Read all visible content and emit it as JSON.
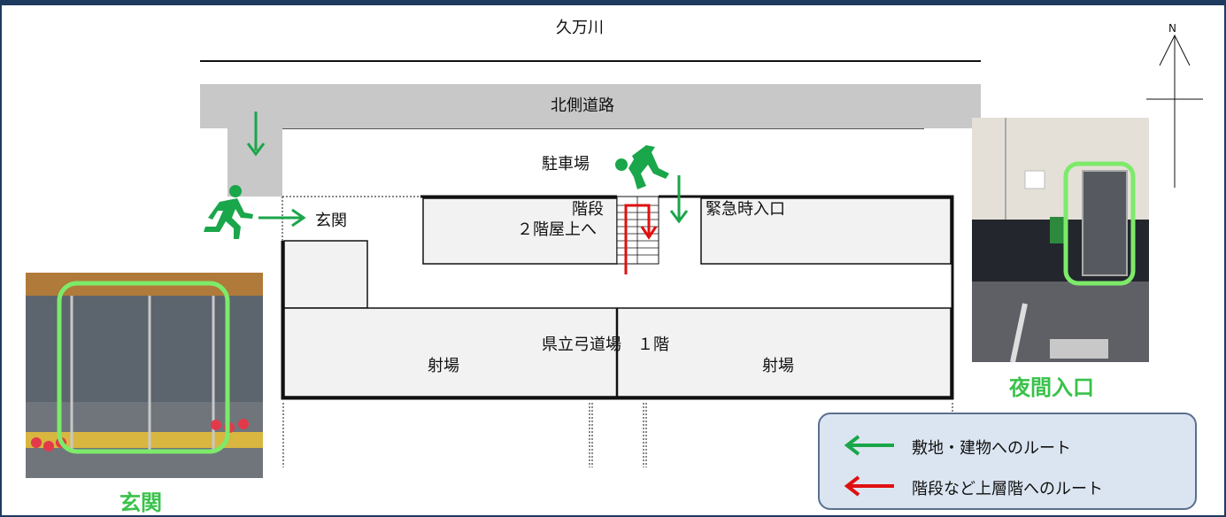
{
  "labels": {
    "river": "久万川",
    "north_road": "北側道路",
    "parking": "駐車場",
    "entrance": "玄関",
    "stairs": "階段",
    "stairs_to_roof": "２階屋上へ",
    "emergency_entrance": "緊急時入口",
    "building_name": "県立弓道場　１階",
    "range_left": "射場",
    "range_right": "射場",
    "compass_north": "N"
  },
  "photos": {
    "entrance_caption": "玄関",
    "night_caption": "夜間入口"
  },
  "legend": {
    "items": [
      {
        "label": "敷地・建物へのルート",
        "color": "#1aa64a"
      },
      {
        "label": "階段など上層階へのルート",
        "color": "#e01010"
      }
    ]
  },
  "colors": {
    "route_green": "#1aa64a",
    "route_red": "#e01010",
    "highlight_frame": "#7dea6a",
    "road_gray": "#c8c8c8"
  }
}
